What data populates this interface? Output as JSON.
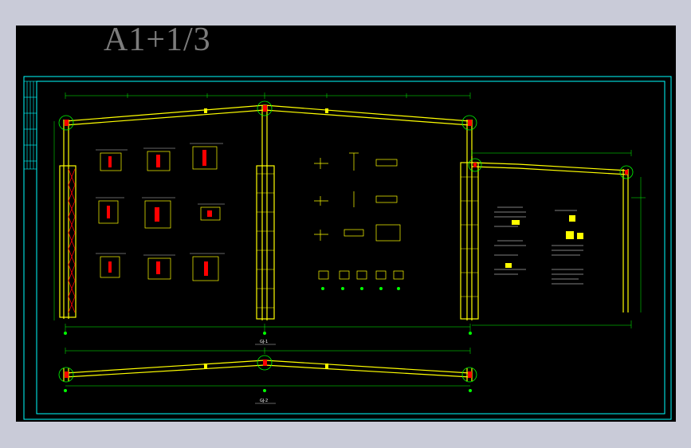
{
  "sheet_label": "A1+1/3",
  "titles": {
    "frame_main": "GJ-1",
    "frame_roof": "GJ-2"
  },
  "colors": {
    "background": "#c9cbd8",
    "canvas": "#000000",
    "sheet_frame": "#00ffff",
    "column": "#ffff00",
    "bracing": "#ff0000",
    "dimension": "#00ff00",
    "text": "#ffffff",
    "label": "#7c7c7c"
  }
}
